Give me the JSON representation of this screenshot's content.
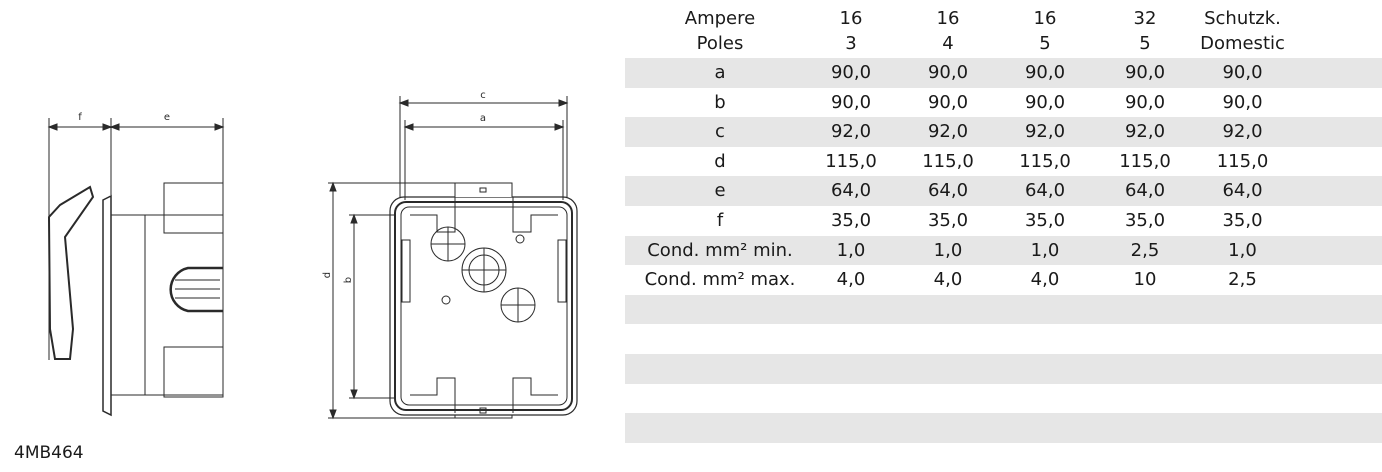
{
  "product_code": "4MB464",
  "drawing": {
    "dimension_labels": [
      "f",
      "e",
      "c",
      "a",
      "d",
      "b"
    ]
  },
  "table": {
    "header_row1": [
      "Ampere",
      "16",
      "16",
      "16",
      "32",
      "Schutzk."
    ],
    "header_row2": [
      "Poles",
      "3",
      "4",
      "5",
      "5",
      "Domestic"
    ],
    "rows": [
      [
        "a",
        "90,0",
        "90,0",
        "90,0",
        "90,0",
        "90,0"
      ],
      [
        "b",
        "90,0",
        "90,0",
        "90,0",
        "90,0",
        "90,0"
      ],
      [
        "c",
        "92,0",
        "92,0",
        "92,0",
        "92,0",
        "92,0"
      ],
      [
        "d",
        "115,0",
        "115,0",
        "115,0",
        "115,0",
        "115,0"
      ],
      [
        "e",
        "64,0",
        "64,0",
        "64,0",
        "64,0",
        "64,0"
      ],
      [
        "f",
        "35,0",
        "35,0",
        "35,0",
        "35,0",
        "35,0"
      ],
      [
        "Cond. mm² min.",
        "1,0",
        "1,0",
        "1,0",
        "2,5",
        "1,0"
      ],
      [
        "Cond. mm² max.",
        "4,0",
        "4,0",
        "4,0",
        "10",
        "2,5"
      ],
      [
        "",
        "",
        "",
        "",
        "",
        ""
      ],
      [
        "",
        "",
        "",
        "",
        "",
        ""
      ],
      [
        "",
        "",
        "",
        "",
        "",
        ""
      ],
      [
        "",
        "",
        "",
        "",
        "",
        ""
      ],
      [
        "",
        "",
        "",
        "",
        "",
        ""
      ]
    ]
  }
}
